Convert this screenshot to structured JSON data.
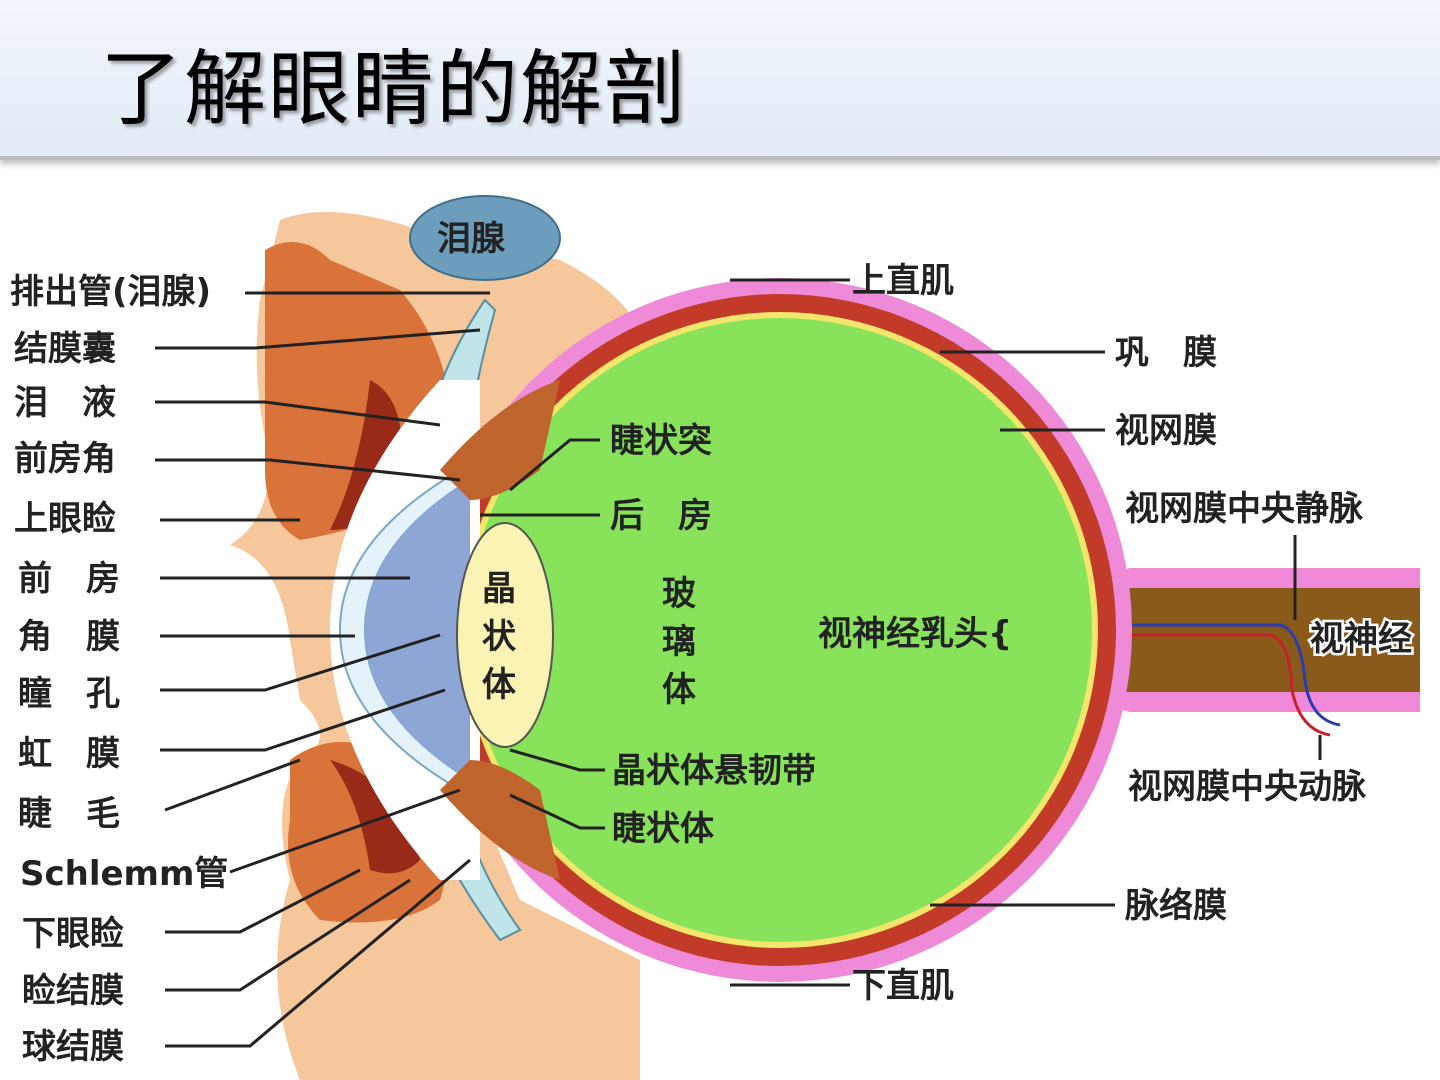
{
  "title": "了解眼睛的解剖",
  "diagram": {
    "left_labels": [
      "排出管(泪腺)",
      "结膜囊",
      "泪　液",
      "前房角",
      "上眼睑",
      "前　房",
      "角　膜",
      "瞳　孔",
      "虹　膜",
      "睫　毛",
      "Schlemm管",
      "下眼睑",
      "睑结膜",
      "球结膜"
    ],
    "right_labels": {
      "superior_rectus": "上直肌",
      "sclera": "巩　膜",
      "retina": "视网膜",
      "central_retinal_vein": "视网膜中央静脉",
      "optic_nerve": "视神经",
      "central_retinal_artery": "视网膜中央动脉",
      "choroid": "脉络膜",
      "inferior_rectus": "下直肌"
    },
    "inner_labels": {
      "lacrimal_gland": "泪腺",
      "ciliary_process": "睫状突",
      "posterior_chamber": "后　房",
      "lens": [
        "晶",
        "状",
        "体"
      ],
      "vitreous": [
        "玻",
        "璃",
        "体"
      ],
      "optic_disc": "视神经乳头{",
      "zonule": "晶状体悬韧带",
      "ciliary_body": "睫状体"
    }
  }
}
